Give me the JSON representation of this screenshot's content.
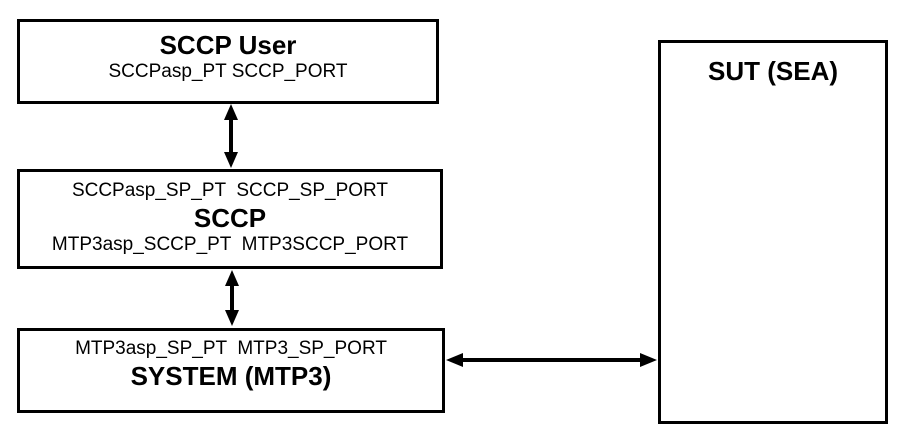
{
  "diagram": {
    "sccp_user_box": {
      "title": "SCCP User",
      "ports": "SCCPasp_PT SCCP_PORT"
    },
    "sccp_box": {
      "top_ports": "SCCPasp_SP_PT  SCCP_SP_PORT",
      "title": "SCCP",
      "bottom_ports": "MTP3asp_SCCP_PT  MTP3SCCP_PORT"
    },
    "system_box": {
      "top_ports": "MTP3asp_SP_PT  MTP3_SP_PORT",
      "title": "SYSTEM (MTP3)"
    },
    "sut_box": {
      "title": "SUT (SEA)"
    },
    "colors": {
      "line": "#000000",
      "background": "#ffffff",
      "text": "#000000"
    }
  }
}
